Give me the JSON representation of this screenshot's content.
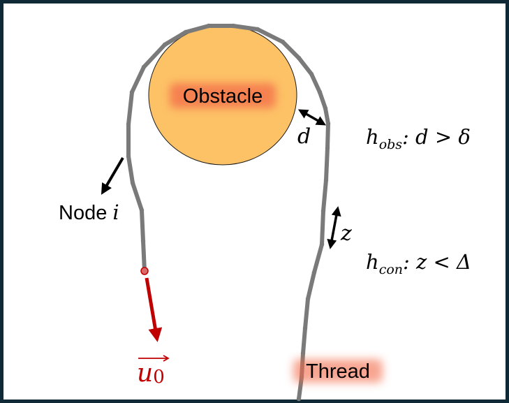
{
  "diagram": {
    "obstacle_label": "Obstacle",
    "node_label_text": "Node ",
    "node_label_var": "i",
    "distance_symbol": "d",
    "spacing_symbol": "z",
    "thread_label": "Thread",
    "velocity_symbol": "u",
    "velocity_subscript": "0",
    "constraint_obs": {
      "h": "h",
      "sub": "obs",
      "rest": ": d > δ"
    },
    "constraint_con": {
      "h": "h",
      "sub": "con",
      "rest": ": z < Δ"
    },
    "colors": {
      "frame": "#0f2a36",
      "obstacle_fill": "#fdc266",
      "obstacle_stroke": "#1a1a1a",
      "thread": "#7a7a7a",
      "velocity_arrow": "#c00000",
      "highlight_glow": "#f36a4a"
    }
  }
}
